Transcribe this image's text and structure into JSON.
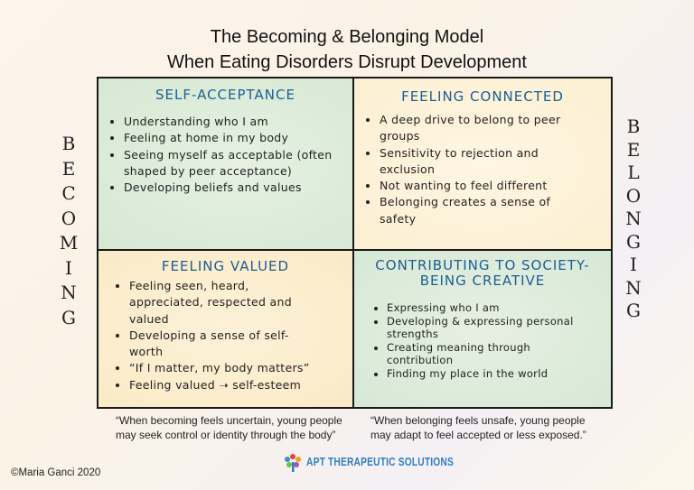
{
  "title": {
    "line1": "The Becoming & Belonging Model",
    "line2": "When Eating Disorders Disrupt Development"
  },
  "left_label": [
    "B",
    "E",
    "C",
    "O",
    "M",
    "I",
    "N",
    "G"
  ],
  "right_label": [
    "B",
    "E",
    "L",
    "O",
    "N",
    "G",
    "I",
    "N",
    "G"
  ],
  "quadrants": [
    {
      "heading": "SELF-ACCEPTANCE",
      "items": [
        "Understanding who I am",
        "Feeling at home in my body",
        "Seeing myself as acceptable (often shaped by peer acceptance)",
        "Developing beliefs and values"
      ]
    },
    {
      "heading": "FEELING CONNECTED",
      "items": [
        "A deep drive to belong to peer groups",
        "Sensitivity to rejection and exclusion",
        "Not wanting to feel different",
        "Belonging creates a sense of safety"
      ]
    },
    {
      "heading": "FEELING VALUED",
      "items": [
        "Feeling seen, heard, appreciated, respected and valued",
        "Developing a sense of self-worth",
        "“If I matter, my body matters”",
        "Feeling valued ➝ self-esteem"
      ]
    },
    {
      "heading": "CONTRIBUTING TO SOCIETY-BEING CREATIVE",
      "items": [
        "Expressing who I am",
        "Developing & expressing personal strengths",
        "Creating meaning through contribution",
        "Finding my place in the world"
      ]
    }
  ],
  "quotes": {
    "left": "“When becoming feels uncertain, young people may seek control or identity through the body”",
    "right": "“When belonging feels unsafe, young people may adapt to feel accepted or less exposed.”"
  },
  "copyright": "©Maria Ganci 2020",
  "logo": {
    "text": "APT THERAPEUTIC SOLUTIONS",
    "icon": "tree-icon"
  },
  "colors": {
    "heading": "#1b5e93",
    "green": "#d8ead5",
    "cream": "#fcefd2",
    "logo": "#2f7fc0"
  }
}
